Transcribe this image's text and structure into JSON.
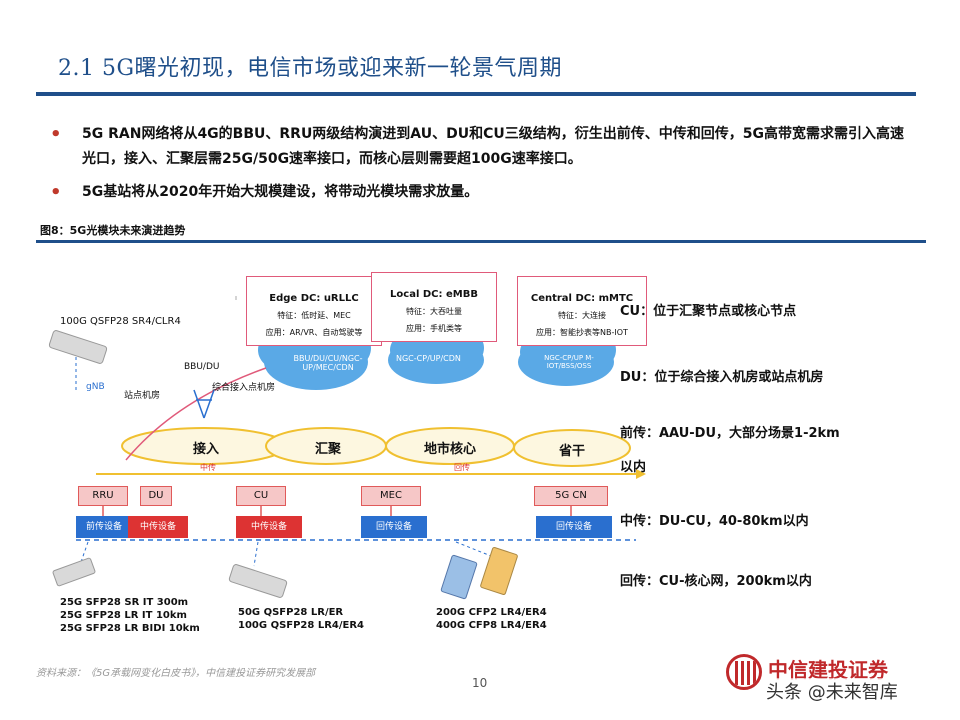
{
  "title": "2.1 5G曙光初现，电信市场或迎来新一轮景气周期",
  "bullets": [
    "5G RAN网络将从4G的BBU、RRU两级结构演进到AU、DU和CU三级结构，衍生出前传、中传和回传，5G高带宽需求需引入高速光口，接入、汇聚层需25G/50G速率接口，而核心层则需要超100G速率接口。",
    "5G基站将从2020年开始大规模建设，将带动光模块需求放量。"
  ],
  "figure_label": "图8：5G光模块未来演进趋势",
  "diagram": {
    "dc_boxes": [
      {
        "title": "Edge DC: uRLLC",
        "feature": "特征：低时延、MEC",
        "app": "应用：AR/VR、自动驾驶等"
      },
      {
        "title": "Local DC: eMBB",
        "feature": "特征：大吞吐量",
        "app": "应用：手机类等"
      },
      {
        "title": "Central DC: mMTC",
        "feature": "特征：大连接",
        "app": "应用：智能抄表等NB-IOT"
      }
    ],
    "clouds": [
      "BBU/DU/CU/NGC-UP/MEC/CDN",
      "NGC-CP/UP/CDN",
      "NGC-CP/UP M-IOT/BSS/OSS"
    ],
    "module_top": "100G QSFP28 SR4/CLR4",
    "gnb_label": "gNB",
    "site_label": "站点机房",
    "bbu_label": "BBU/DU",
    "access_point_label": "综合接入点机房",
    "layers": [
      "接入",
      "汇聚",
      "地市核心",
      "省干"
    ],
    "transport": {
      "front": "前传",
      "mid": "中传",
      "back": "回传"
    },
    "nodes": [
      "RRU",
      "DU",
      "CU",
      "MEC",
      "5G CN"
    ],
    "equip": [
      "前传设备",
      "中传设备",
      "中传设备",
      "回传设备",
      "回传设备"
    ],
    "module_left": [
      "25G SFP28 SR IT 300m",
      "25G SFP28 LR IT 10km",
      "25G SFP28 LR BIDI 10km"
    ],
    "module_mid": [
      "50G QSFP28 LR/ER",
      "100G QSFP28 LR4/ER4"
    ],
    "module_right": [
      "200G CFP2 LR4/ER4",
      "400G CFP8 LR4/ER4"
    ]
  },
  "legend": [
    "CU：位于汇聚节点或核心节点",
    "DU：位于综合接入机房或站点机房",
    "前传：AAU-DU，大部分场景1-2km",
    "以内",
    "中传：DU-CU，40-80km以内",
    "回传：CU-核心网，200km以内"
  ],
  "footnote": "资料来源：《5G承载网变化白皮书》，中信建投证券研究发展部",
  "page_number": "10",
  "logo_text": "中信建投证券",
  "watermark": "头条 @未来智库"
}
